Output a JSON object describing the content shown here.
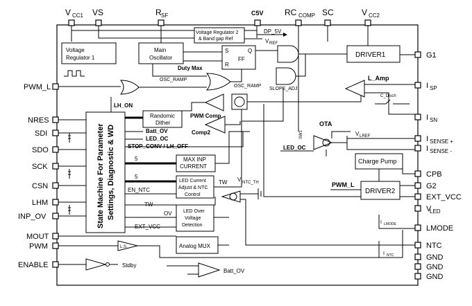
{
  "pins_top": [
    {
      "main": "V",
      "sub": "CC1"
    },
    {
      "main": "VS",
      "sub": ""
    },
    {
      "main": "R",
      "sub": "SF"
    },
    {
      "main": "C5V",
      "sub": ""
    },
    {
      "main": "RC",
      "sub": "COMP"
    },
    {
      "main": "SC",
      "sub": ""
    },
    {
      "main": "V",
      "sub": "CC2"
    }
  ],
  "pins_left": [
    "PWM_L",
    "NRES",
    "SDI",
    "SDO",
    "SCK",
    "CSN",
    "LHM",
    "INP_OV",
    "MOUT",
    "PWM",
    "ENABLE"
  ],
  "pins_right": [
    {
      "main": "G1",
      "sub": ""
    },
    {
      "main": "I",
      "sub": "SP"
    },
    {
      "main": "I",
      "sub": "SN"
    },
    {
      "main": "I",
      "sub": "SENSE +"
    },
    {
      "main": "I",
      "sub": "SENSE -"
    },
    {
      "main": "CPB",
      "sub": ""
    },
    {
      "main": "G2",
      "sub": ""
    },
    {
      "main": "EXT_VCC",
      "sub": ""
    },
    {
      "main": "V",
      "sub": "LED"
    },
    {
      "main": "LMODE",
      "sub": ""
    },
    {
      "main": "NTC",
      "sub": ""
    },
    {
      "main": "GND",
      "sub": ""
    },
    {
      "main": "GND",
      "sub": ""
    },
    {
      "main": "GND",
      "sub": ""
    }
  ],
  "blocks": {
    "vreg1": [
      "Voltage",
      "Regulator 1"
    ],
    "main_osc": [
      "Main",
      "Oscillator"
    ],
    "vreg2": [
      "Voltage Regulator 2",
      "& Band gap Ref"
    ],
    "ff": {
      "s": "S",
      "q": "Q",
      "r": "R",
      "ff": "FF"
    },
    "driver1": "DRIVER1",
    "driver2": "DRIVER2",
    "state_machine": [
      "State Machine For Parameter",
      "Settings, Diagnostic & WD"
    ],
    "rand_dither": [
      "Randomic",
      "Dither"
    ],
    "max_inp": [
      "MAX INP",
      "CURRENT"
    ],
    "led_current": [
      "LED Current",
      "Adjust & NTC",
      "Control"
    ],
    "led_ov": [
      "LED Over",
      "Voltage",
      "Detection"
    ],
    "analog_mux": "Analog MUX",
    "charge_pump": "Charge Pump"
  },
  "labels": {
    "dp5v": "DP_5V",
    "vref": {
      "main": "V",
      "sub": "REF"
    },
    "duty_max": "Duty Max",
    "osc_ramp1": "OSC_RAMP",
    "osc_ramp2": "OSC_RAMP",
    "slope_adj": "SLOPE_ADJ",
    "lh_on": "LH_ON",
    "batt_ov": "Batt_OV",
    "led_oc": "LED_OC",
    "stop_conv": "STOP_CONV / LH_OFF",
    "pwm_comp": "PWM Comp",
    "comp2": "Comp2",
    "l_amp": "L_Amp",
    "c_disch": "C_Disch",
    "ota": "OTA",
    "sw1": "SW1",
    "vlref": {
      "main": "V",
      "sub": "LREF"
    },
    "led_oc2": "LED_OC",
    "pwm_l_int": "PWM_L",
    "bus5a": "5",
    "bus5b": "5",
    "en_ntc": "EN_NTC",
    "tw1": "TW",
    "tw2": "TW",
    "ov": "OV",
    "ext_vcc_int": "EXT_VCC",
    "vntc_th": {
      "main": "V",
      "sub": "NTC_TH"
    },
    "ls": "L.S.",
    "stdby": "Stdby",
    "batt_ov2": "Batt_OV",
    "ilmode": {
      "main": "I",
      "sub": "LMODE"
    },
    "intc": {
      "main": "I",
      "sub": "NTC"
    }
  }
}
